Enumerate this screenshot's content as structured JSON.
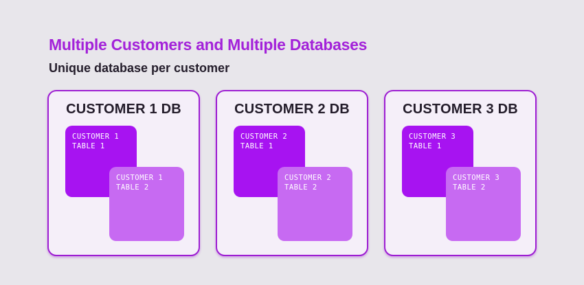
{
  "header": {
    "title": "Multiple Customers and Multiple Databases",
    "subtitle": "Unique database per customer"
  },
  "colors": {
    "background": "#e8e6eb",
    "card_background": "#f5eff9",
    "card_border": "#9d1ed2",
    "title": "#a322d9",
    "text_dark": "#231c2a",
    "table1_fill": "#a713f1",
    "table2_fill": "#c76af2",
    "table_label": "#ffffff"
  },
  "cards": [
    {
      "title": "CUSTOMER 1 DB",
      "tables": [
        {
          "line1": "CUSTOMER 1",
          "line2": "TABLE 1"
        },
        {
          "line1": "CUSTOMER 1",
          "line2": "TABLE 2"
        }
      ]
    },
    {
      "title": "CUSTOMER 2 DB",
      "tables": [
        {
          "line1": "CUSTOMER 2",
          "line2": "TABLE 1"
        },
        {
          "line1": "CUSTOMER 2",
          "line2": "TABLE 2"
        }
      ]
    },
    {
      "title": "CUSTOMER 3 DB",
      "tables": [
        {
          "line1": "CUSTOMER 3",
          "line2": "TABLE 1"
        },
        {
          "line1": "CUSTOMER 3",
          "line2": "TABLE 2"
        }
      ]
    }
  ]
}
